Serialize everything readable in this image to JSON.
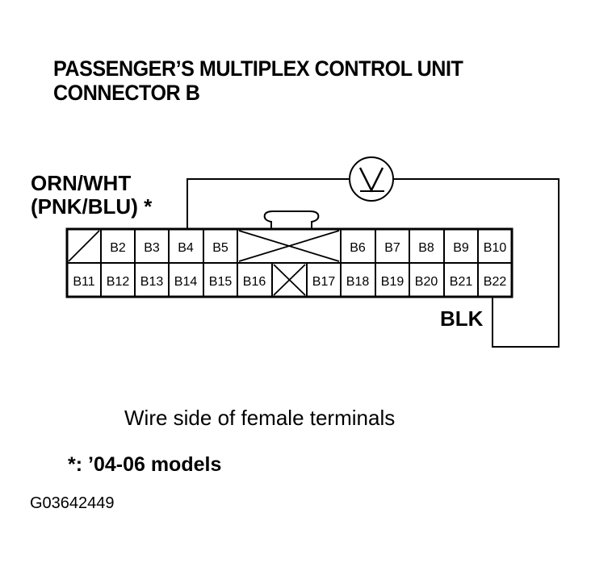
{
  "title": {
    "line1": "PASSENGER’S MULTIPLEX CONTROL UNIT",
    "line2": "CONNECTOR B"
  },
  "wires": {
    "left_label_line1": "ORN/WHT",
    "left_label_line2": "(PNK/BLU) *",
    "right_label": "BLK"
  },
  "meter": {
    "icon": "voltmeter-icon",
    "symbol": "V"
  },
  "connector": {
    "top_row": [
      "",
      "B2",
      "B3",
      "B4",
      "B5",
      "",
      "B6",
      "B7",
      "B8",
      "B9",
      "B10"
    ],
    "bottom_row": [
      "B11",
      "B12",
      "B13",
      "B14",
      "B15",
      "B16",
      "",
      "B17",
      "B18",
      "B19",
      "B20",
      "B21",
      "B22"
    ]
  },
  "captions": {
    "view": "Wire side of female terminals",
    "footnote": "*: ’04-06 models",
    "figure_id": "G03642449"
  }
}
